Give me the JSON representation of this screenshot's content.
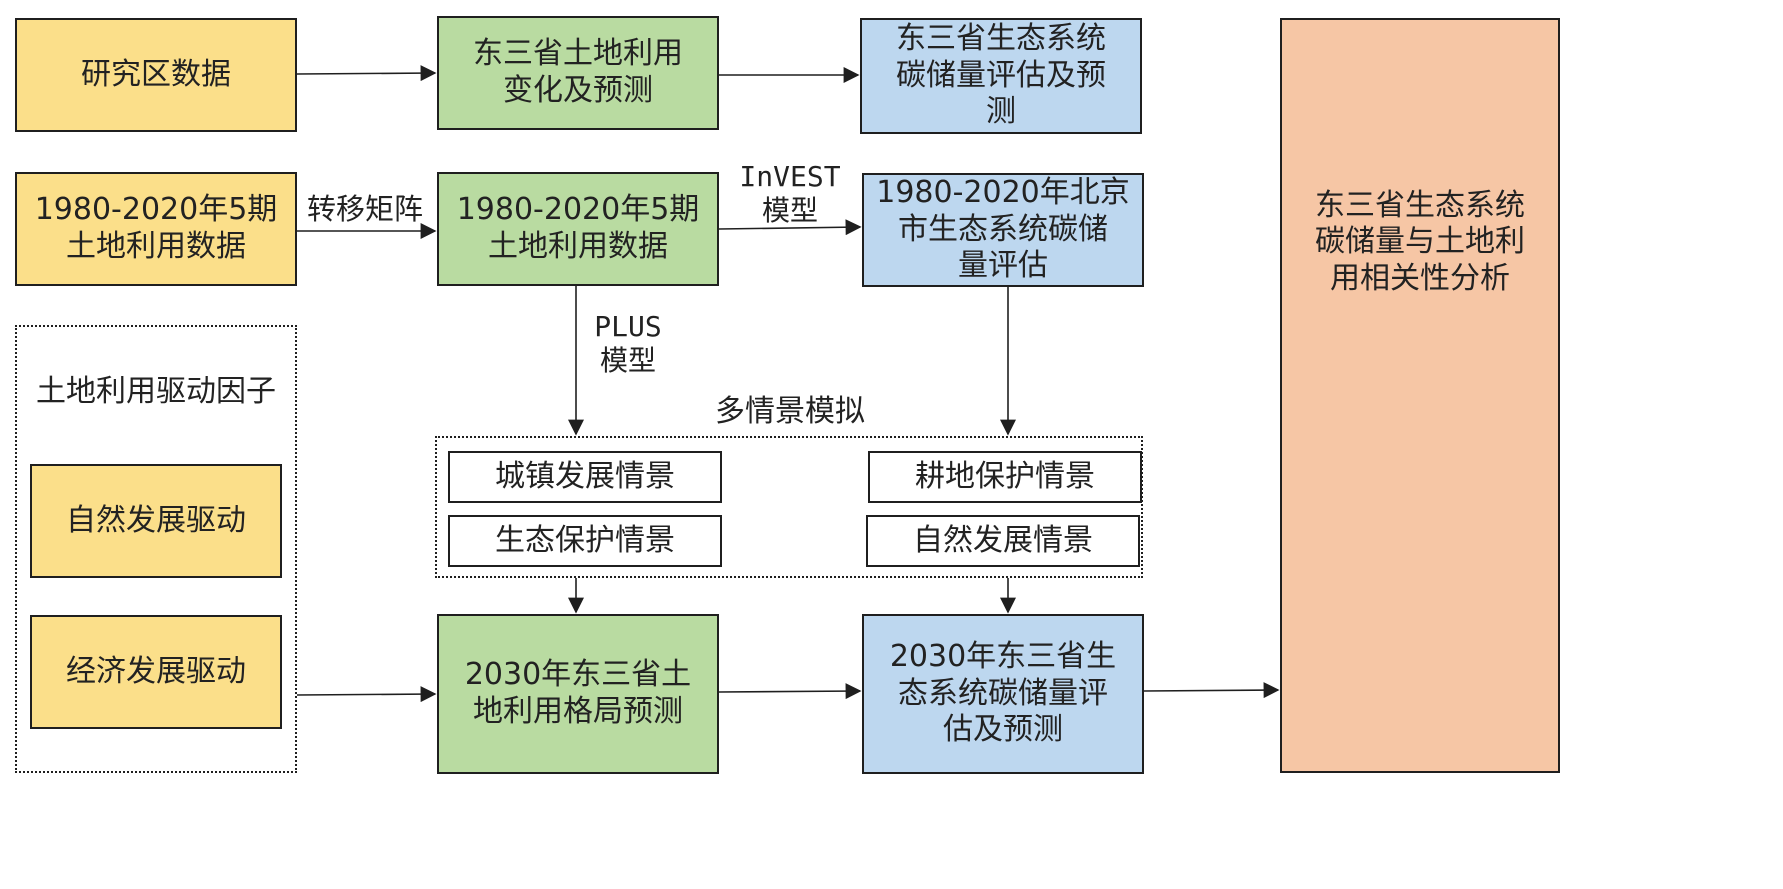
{
  "boxes": {
    "study_data": "研究区数据",
    "landuse_change": "东三省土地利用\n变化及预测",
    "carbon_eval": "东三省生态系统\n碳储量评估及预\n测",
    "landuse_1980_left": "1980-2020年5期\n土地利用数据",
    "landuse_1980_mid": "1980-2020年5期\n土地利用数据",
    "carbon_1980": "1980-2020年北京\n市生态系统碳储\n量评估",
    "drivers_title": "土地利用驱动因子",
    "natural_drive": "自然发展驱动",
    "economic_drive": "经济发展驱动",
    "scenario_urban": "城镇发展情景",
    "scenario_farmland": "耕地保护情景",
    "scenario_eco": "生态保护情景",
    "scenario_natural": "自然发展情景",
    "landuse_2030": "2030年东三省土\n地利用格局预测",
    "carbon_2030": "2030年东三省生\n态系统碳储量评\n估及预测",
    "correlation": "东三省生态系统\n碳储量与土地利\n用相关性分析"
  },
  "labels": {
    "transfer_matrix": "转移矩阵",
    "invest_model": "InVEST\n模型",
    "plus_model": "PLUS\n模型",
    "multi_scenario": "多情景模拟"
  },
  "colors": {
    "yellow": "#fbdf8a",
    "green": "#b9dba1",
    "blue": "#bdd7ef",
    "orange": "#f6c6a5"
  }
}
